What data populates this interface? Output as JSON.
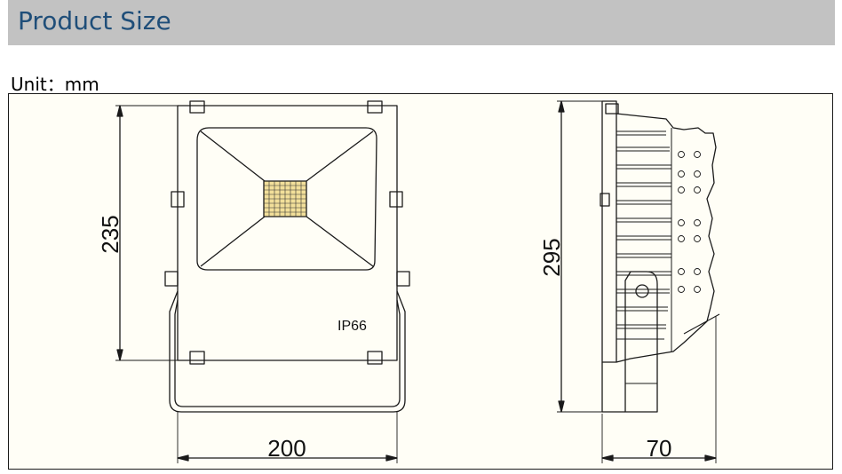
{
  "header": {
    "title": "Product Size"
  },
  "unit": {
    "label": "Unit：mm"
  },
  "front_view": {
    "rating_label": "IP66",
    "height_dimension": "235",
    "width_dimension": "200"
  },
  "side_view": {
    "height_dimension": "295",
    "depth_dimension": "70"
  },
  "colors": {
    "header_bg": "#c2c2c2",
    "title_text": "#1f4e79",
    "drawing_bg": "#fffef6",
    "line": "#1a1a1a"
  }
}
